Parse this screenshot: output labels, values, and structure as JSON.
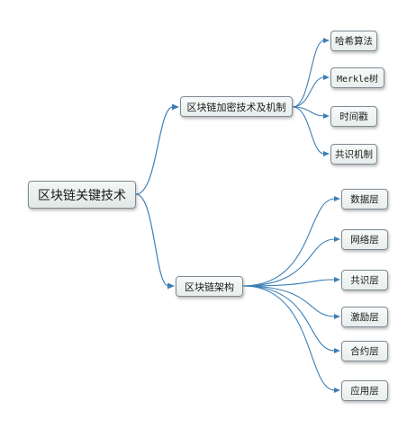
{
  "diagram": {
    "root": {
      "label": "区块链关键技术"
    },
    "branches": [
      {
        "label": "区块链加密技术及机制",
        "children": [
          {
            "label": "哈希算法"
          },
          {
            "label": "Merkle树"
          },
          {
            "label": "时间戳"
          },
          {
            "label": "共识机制"
          }
        ]
      },
      {
        "label": "区块链架构",
        "children": [
          {
            "label": "数据层"
          },
          {
            "label": "网络层"
          },
          {
            "label": "共识层"
          },
          {
            "label": "激励层"
          },
          {
            "label": "合约层"
          },
          {
            "label": "应用层"
          }
        ]
      }
    ],
    "colors": {
      "connector": "#3d7fb5",
      "node_border": "#7f8a94",
      "node_fill": "#eef3f1"
    }
  }
}
